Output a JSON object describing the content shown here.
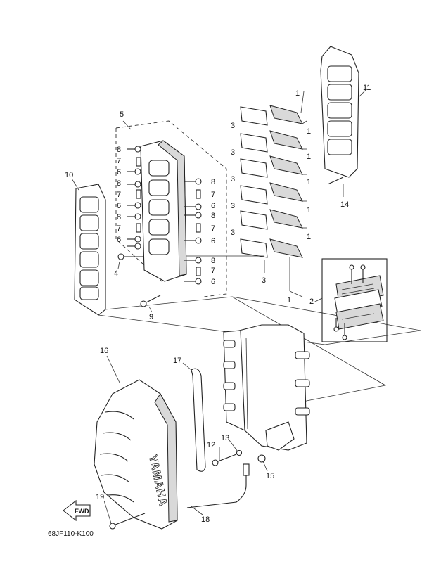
{
  "diagram": {
    "part_code": "68JF110-K100",
    "brand_logo": "YAMAHA",
    "direction_label": "FWD",
    "callouts": {
      "c1": "1",
      "c2": "2",
      "c3": "3",
      "c4": "4",
      "c5": "5",
      "c6": "6",
      "c7": "7",
      "c8": "8",
      "c9": "9",
      "c10": "10",
      "c11": "11",
      "c12": "12",
      "c13": "13",
      "c14": "14",
      "c15": "15",
      "c16": "16",
      "c17": "17",
      "c18": "18",
      "c19": "19"
    }
  }
}
